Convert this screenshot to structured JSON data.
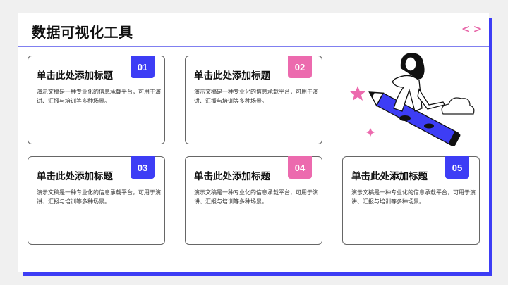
{
  "slide": {
    "title": "数据可视化工具",
    "nav": {
      "prev": "<",
      "next": ">"
    },
    "colors": {
      "primary": "#3d3df5",
      "accent": "#ec6aae",
      "divider": "#8080f0"
    }
  },
  "cards": [
    {
      "number": "01",
      "title": "单击此处添加标题",
      "body": "演示文稿是一种专业化的信息承载平台，可用于演讲、汇报与培训等多种场景。",
      "badge_color": "#3d3df5"
    },
    {
      "number": "02",
      "title": "单击此处添加标题",
      "body": "演示文稿是一种专业化的信息承载平台，可用于演讲、汇报与培训等多种场景。",
      "badge_color": "#ec6aae"
    },
    {
      "number": "03",
      "title": "单击此处添加标题",
      "body": "演示文稿是一种专业化的信息承载平台，可用于演讲、汇报与培训等多种场景。",
      "badge_color": "#3d3df5"
    },
    {
      "number": "04",
      "title": "单击此处添加标题",
      "body": "演示文稿是一种专业化的信息承载平台，可用于演讲、汇报与培训等多种场景。",
      "badge_color": "#ec6aae"
    },
    {
      "number": "05",
      "title": "单击此处添加标题",
      "body": "演示文稿是一种专业化的信息承载平台，可用于演讲、汇报与培训等多种场景。",
      "badge_color": "#3d3df5"
    }
  ],
  "illustration": {
    "name": "woman-riding-pencil"
  }
}
